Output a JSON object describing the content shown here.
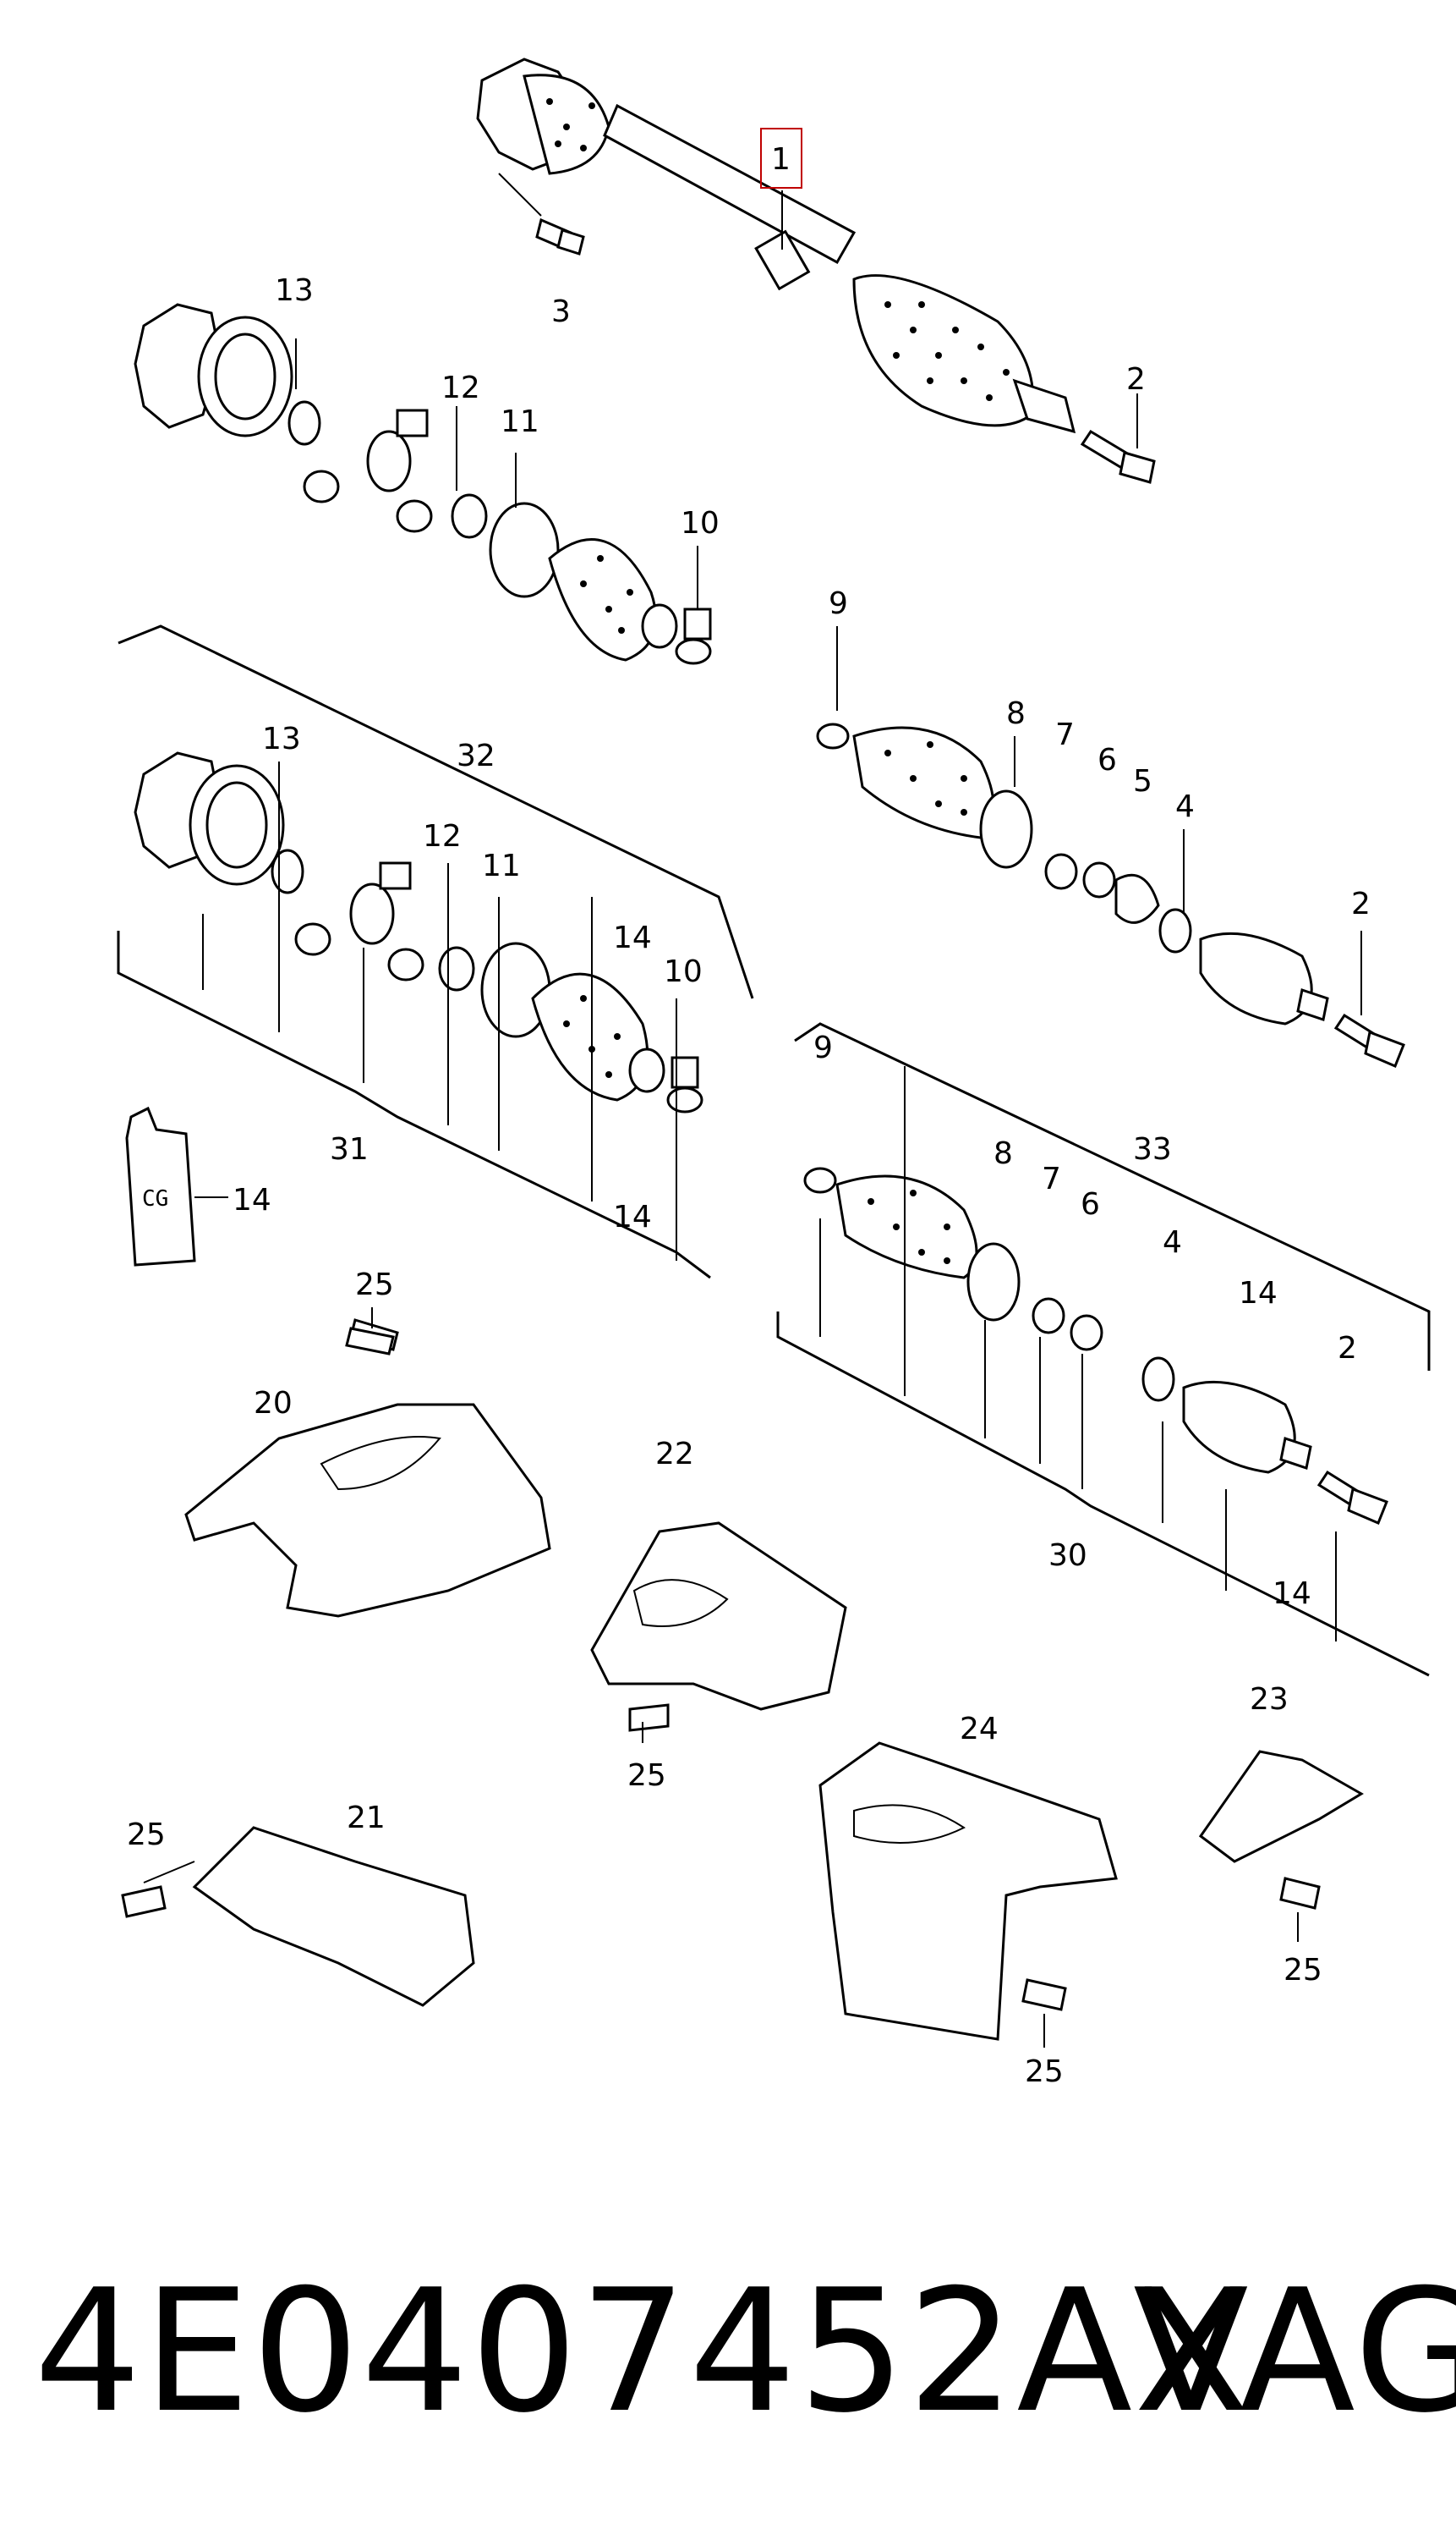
{
  "diagram": {
    "callouts": [
      "1",
      "2",
      "3",
      "13",
      "12",
      "11",
      "10",
      "9",
      "8",
      "7",
      "6",
      "5",
      "4",
      "2",
      "32",
      "13",
      "12",
      "11",
      "14",
      "10",
      "31",
      "14",
      "14",
      "9",
      "8",
      "7",
      "6",
      "33",
      "14",
      "4",
      "2",
      "30",
      "14",
      "25",
      "20",
      "22",
      "25",
      "21",
      "25",
      "24",
      "23",
      "25",
      "25"
    ]
  },
  "footer": {
    "part_number": "4E0407452AX",
    "brand": "VAG"
  },
  "tube_label": "CG"
}
